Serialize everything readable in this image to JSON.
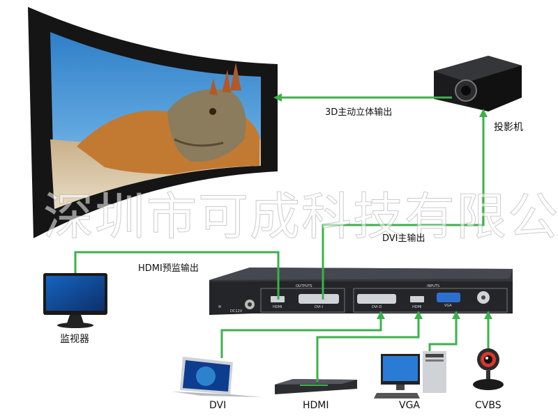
{
  "colors": {
    "line": "#3cb24a",
    "device_body": "#2a2c30",
    "screen_frame": "#151515"
  },
  "labels": {
    "output_3d": "3D主动立体输出",
    "projector": "投影机",
    "dvi_main": "DVI主输出",
    "hdmi_preview": "HDMI预监输出",
    "monitor": "监视器",
    "src_dvi": "DVI",
    "src_hdmi": "HDMI",
    "src_vga": "VGA",
    "src_cvbs": "CVBS"
  },
  "watermark": "深圳市可成科技有限公司",
  "device": {
    "group_outputs": "OUTPUTS",
    "group_inputs": "INPUTS",
    "power": "DC12V",
    "out_hdmi": "HDMI",
    "out_dvi": "DVI-I",
    "in_dvi": "DVI-D",
    "in_hdmi": "HDMI",
    "in_vga": "VGA"
  },
  "icons": [
    "curved-screen-icon",
    "projector-icon",
    "monitor-icon",
    "laptop-icon",
    "media-player-icon",
    "desktop-pc-icon",
    "webcam-icon",
    "processor-box-icon"
  ]
}
